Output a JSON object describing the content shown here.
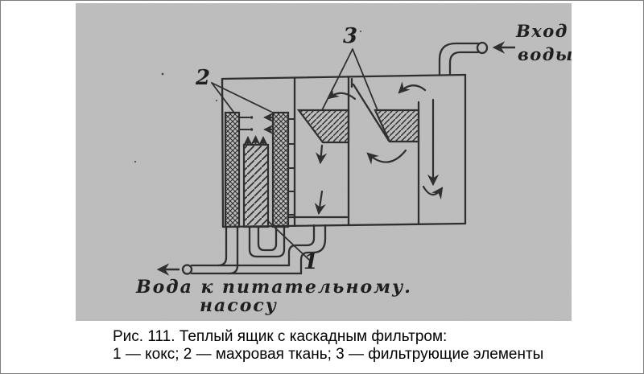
{
  "figure": {
    "colors": {
      "photo_background": "#bdbdbd",
      "ink": "#2f2f2f",
      "page": "#ffffff"
    },
    "part_labels": {
      "coke": "1",
      "terry_cloth": "2",
      "filter_elements": "3"
    },
    "annotations": {
      "inlet_line1": "Вход",
      "inlet_line2": "воды",
      "outlet_line1": "Вода к питательному.",
      "outlet_line2": "насосу"
    },
    "caption": {
      "title": "Рис. 111. Теплый ящик с каскадным фильтром:",
      "legend": "1 — кокс; 2 — махровая ткань; 3 — фильтрующие элементы"
    }
  }
}
